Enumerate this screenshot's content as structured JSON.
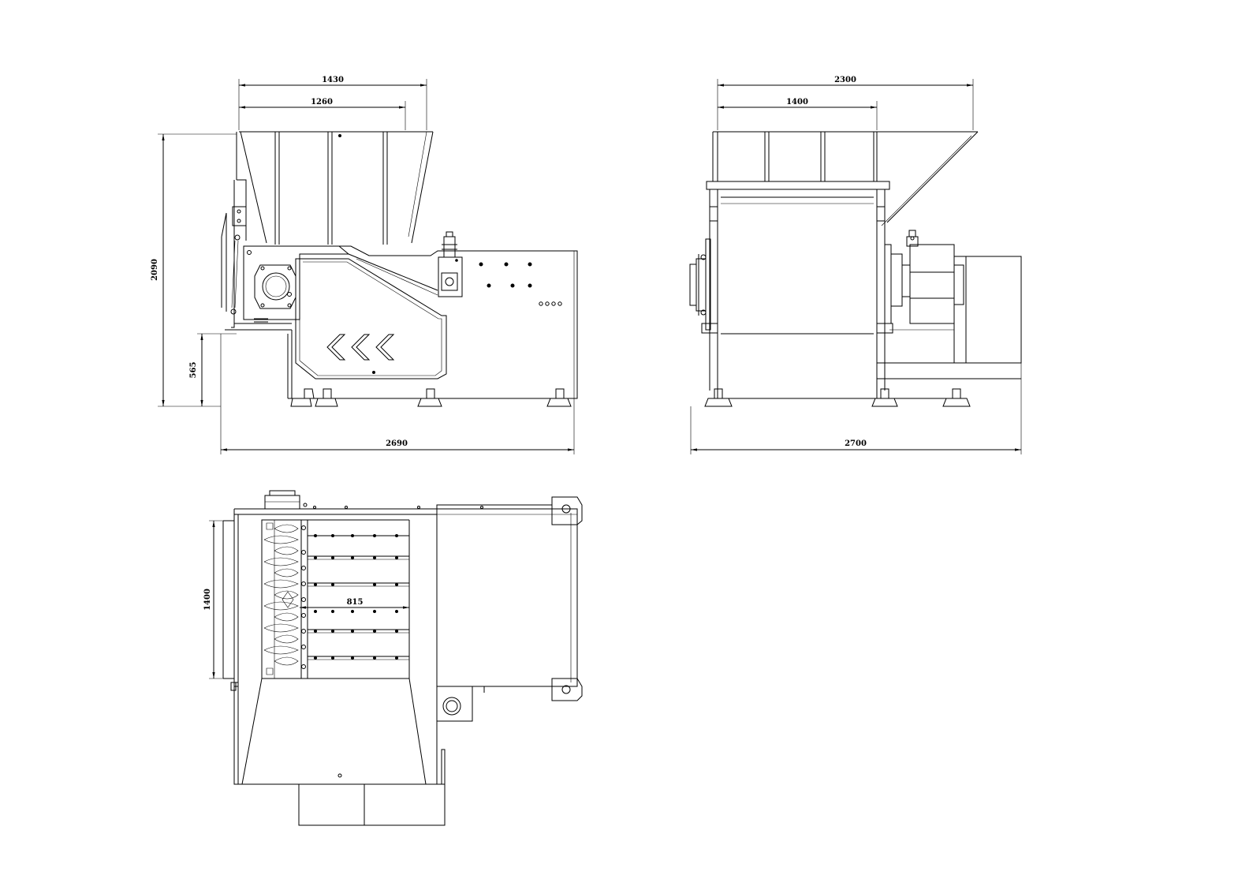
{
  "drawing": {
    "front_view": {
      "dimensions": {
        "hopper_top_width": "1430",
        "hopper_inner_width": "1260",
        "total_height": "2090",
        "base_height": "565",
        "total_length": "2690"
      }
    },
    "side_view": {
      "dimensions": {
        "hopper_top_width": "2300",
        "chamber_width": "1400",
        "total_width": "2700"
      }
    },
    "top_view": {
      "dimensions": {
        "rotor_length": "1400",
        "rotor_diameter": "815"
      }
    }
  }
}
